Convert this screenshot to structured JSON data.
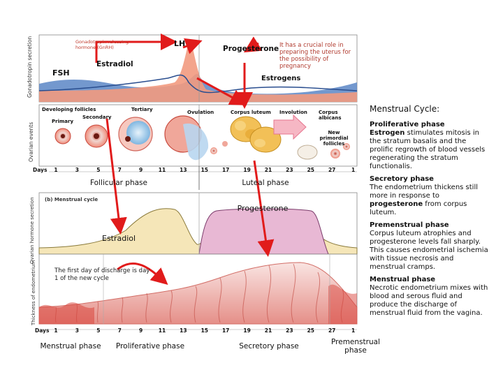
{
  "top_chart": {
    "y_axis_label": "Gonadotropin secretion",
    "gnrh_label": "Gonadotropin releasing hormone (GnRH)",
    "lh_label": "LH",
    "fsh_label": "FSH",
    "estradiol_label": "Estradiol",
    "progesterone_label": "Progesterone",
    "progesterone_note": "It has a crucial role in preparing the uterus for the possibility of pregnancy",
    "estrogens_label": "Estrogens"
  },
  "ovarian_events": {
    "y_axis_label": "Ovarian events",
    "stages": [
      {
        "label": "Developing follicles"
      },
      {
        "label": "Primary"
      },
      {
        "label": "Secondary"
      },
      {
        "label": "Tertiary"
      },
      {
        "label": "Ovulation"
      },
      {
        "label": "Corpus luteum"
      },
      {
        "label": "Involution"
      },
      {
        "label": "Corpus albicans"
      },
      {
        "label": "New primordial follicles"
      }
    ]
  },
  "days_axis_top": {
    "label": "Days",
    "ticks": [
      "1",
      "3",
      "5",
      "7",
      "9",
      "11",
      "13",
      "15",
      "17",
      "19",
      "21",
      "23",
      "25",
      "27",
      "1"
    ]
  },
  "phases_top": {
    "follicular": "Follicular phase",
    "luteal": "Luteal phase"
  },
  "menstrual_chart": {
    "title": "(b) Menstrual cycle",
    "y_axis_label": "Ovarian hormone secretion",
    "progesterone_label": "Progesterone",
    "estradiol_label": "Estradiol",
    "annotation": "The first day of discharge is day 1 of the new cycle"
  },
  "endometrium": {
    "y_axis_label": "Thickness of endometrium"
  },
  "days_axis_bottom": {
    "label": "Days",
    "ticks": [
      "1",
      "3",
      "5",
      "7",
      "9",
      "11",
      "13",
      "15",
      "17",
      "19",
      "21",
      "23",
      "25",
      "27",
      "1"
    ]
  },
  "phases_bottom": {
    "menstrual": "Menstrual phase",
    "proliferative": "Proliferative phase",
    "secretory": "Secretory phase",
    "premenstrual": "Premenstrual phase"
  },
  "side_panel": {
    "title": "Menstrual Cycle:",
    "proliferative_heading": "Proliferative phase",
    "proliferative_lead": "Estrogen",
    "proliferative_body": " stimulates mitosis in the stratum basalis and the prolific regrowth of blood vessels regenerating the stratum functionalis.",
    "secretory_heading": "Secretory phase",
    "secretory_body_1": "The endometrium thickens still more in response to ",
    "secretory_bold": "progesterone",
    "secretory_body_2": " from corpus luteum.",
    "premenstrual_heading": "Premenstrual phase",
    "premenstrual_body": "Corpus luteum atrophies and progesterone levels fall sharply. This causes endometrial ischemia with tissue necrosis and menstrual cramps.",
    "menstrual_heading": "Menstrual phase",
    "menstrual_body": "Necrotic endometrium mixes with blood and serous fluid and produce the discharge of menstrual fluid from the vagina."
  },
  "colors": {
    "lh_fill": "#f29a80",
    "fsh_fill": "#5b86c6",
    "progesterone_fill": "#e8b8d4",
    "estradiol_fill": "#f5e6b8",
    "arrow": "#e11b1b",
    "endometrium": "#f2c9c6"
  }
}
